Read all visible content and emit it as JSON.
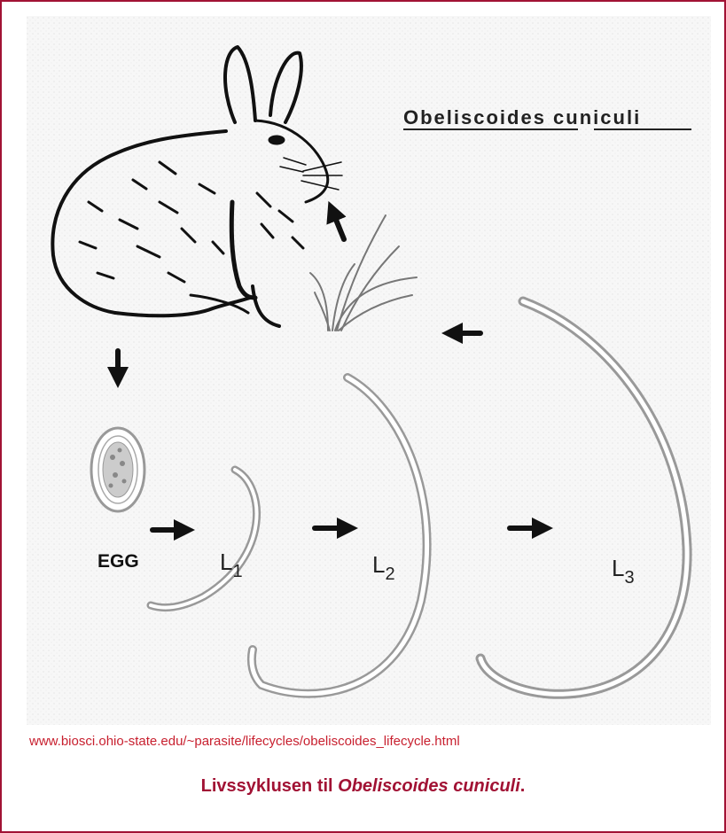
{
  "figure": {
    "title": "Obeliscoides cuniculi",
    "labels": {
      "egg": "EGG",
      "l1": "L",
      "l1_sub": "1",
      "l2": "L",
      "l2_sub": "2",
      "l3": "L",
      "l3_sub": "3"
    }
  },
  "source_link": "www.biosci.ohio-state.edu/~parasite/lifecycles/obeliscoides_lifecycle.html",
  "caption": {
    "prefix": "Livssyklusen til ",
    "species": "Obeliscoides cuniculi",
    "suffix": "."
  },
  "colors": {
    "frame": "#a11234",
    "link": "#c8202f",
    "caption": "#a11234"
  },
  "icons": [
    "rabbit-illustration",
    "grass-tuft",
    "egg",
    "larva-l1",
    "larva-l2",
    "larva-l3",
    "arrow"
  ]
}
